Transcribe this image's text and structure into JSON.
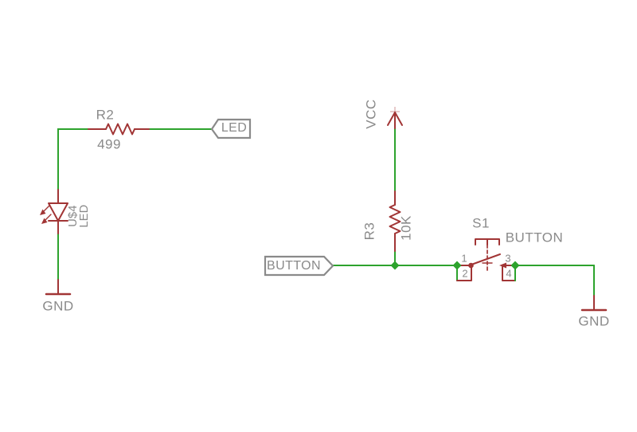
{
  "colors": {
    "wire": "#2da32d",
    "symbol": "#a13535",
    "label": "#8a8a8a",
    "flag_outline": "#8a8a8a",
    "background": "#ffffff"
  },
  "components": {
    "r2": {
      "name": "R2",
      "value": "499"
    },
    "led": {
      "name": "U$4",
      "value": "LED"
    },
    "r3": {
      "name": "R3",
      "value": "10K"
    },
    "s1": {
      "name": "S1",
      "value": "BUTTON",
      "pin1": "1",
      "pin2": "2",
      "pin3": "3",
      "pin4": "4"
    }
  },
  "nets": {
    "led_flag": "LED",
    "button_flag": "BUTTON",
    "vcc": "VCC",
    "gnd_left": "GND",
    "gnd_right": "GND"
  }
}
